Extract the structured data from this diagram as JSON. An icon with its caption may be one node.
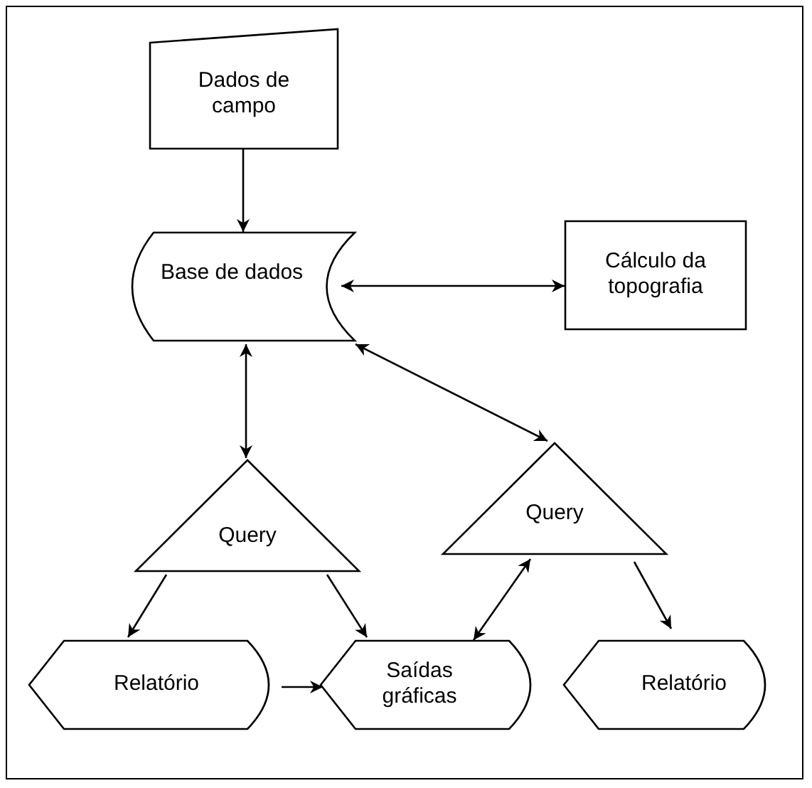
{
  "diagram": {
    "nodes": [
      {
        "text": [
          "Dados de campo"
        ]
      },
      {
        "text": [
          "Base de dados"
        ]
      },
      {
        "text": [
          "Cálculo da topografia"
        ]
      },
      {
        "text": [
          "Query"
        ]
      },
      {
        "text": [
          "Query"
        ]
      },
      {
        "text": [
          "Relatório"
        ]
      },
      {
        "text": [
          "Saídas gráficas"
        ]
      },
      {
        "text": [
          "Relatório"
        ]
      }
    ],
    "edges": [
      {
        "from": 0,
        "to": 1,
        "arrow": "to"
      },
      {
        "from": 1,
        "to": 2,
        "arrow": "both"
      },
      {
        "from": 1,
        "to": 3,
        "arrow": "both"
      },
      {
        "from": 1,
        "to": 4,
        "arrow": "both"
      },
      {
        "from": 3,
        "to": 5,
        "arrow": "to"
      },
      {
        "from": 3,
        "to": 6,
        "arrow": "to"
      },
      {
        "from": 4,
        "to": 6,
        "arrow": "both"
      },
      {
        "from": 4,
        "to": 7,
        "arrow": "to"
      },
      {
        "from": 5,
        "to": 6,
        "arrow": "to"
      }
    ]
  }
}
